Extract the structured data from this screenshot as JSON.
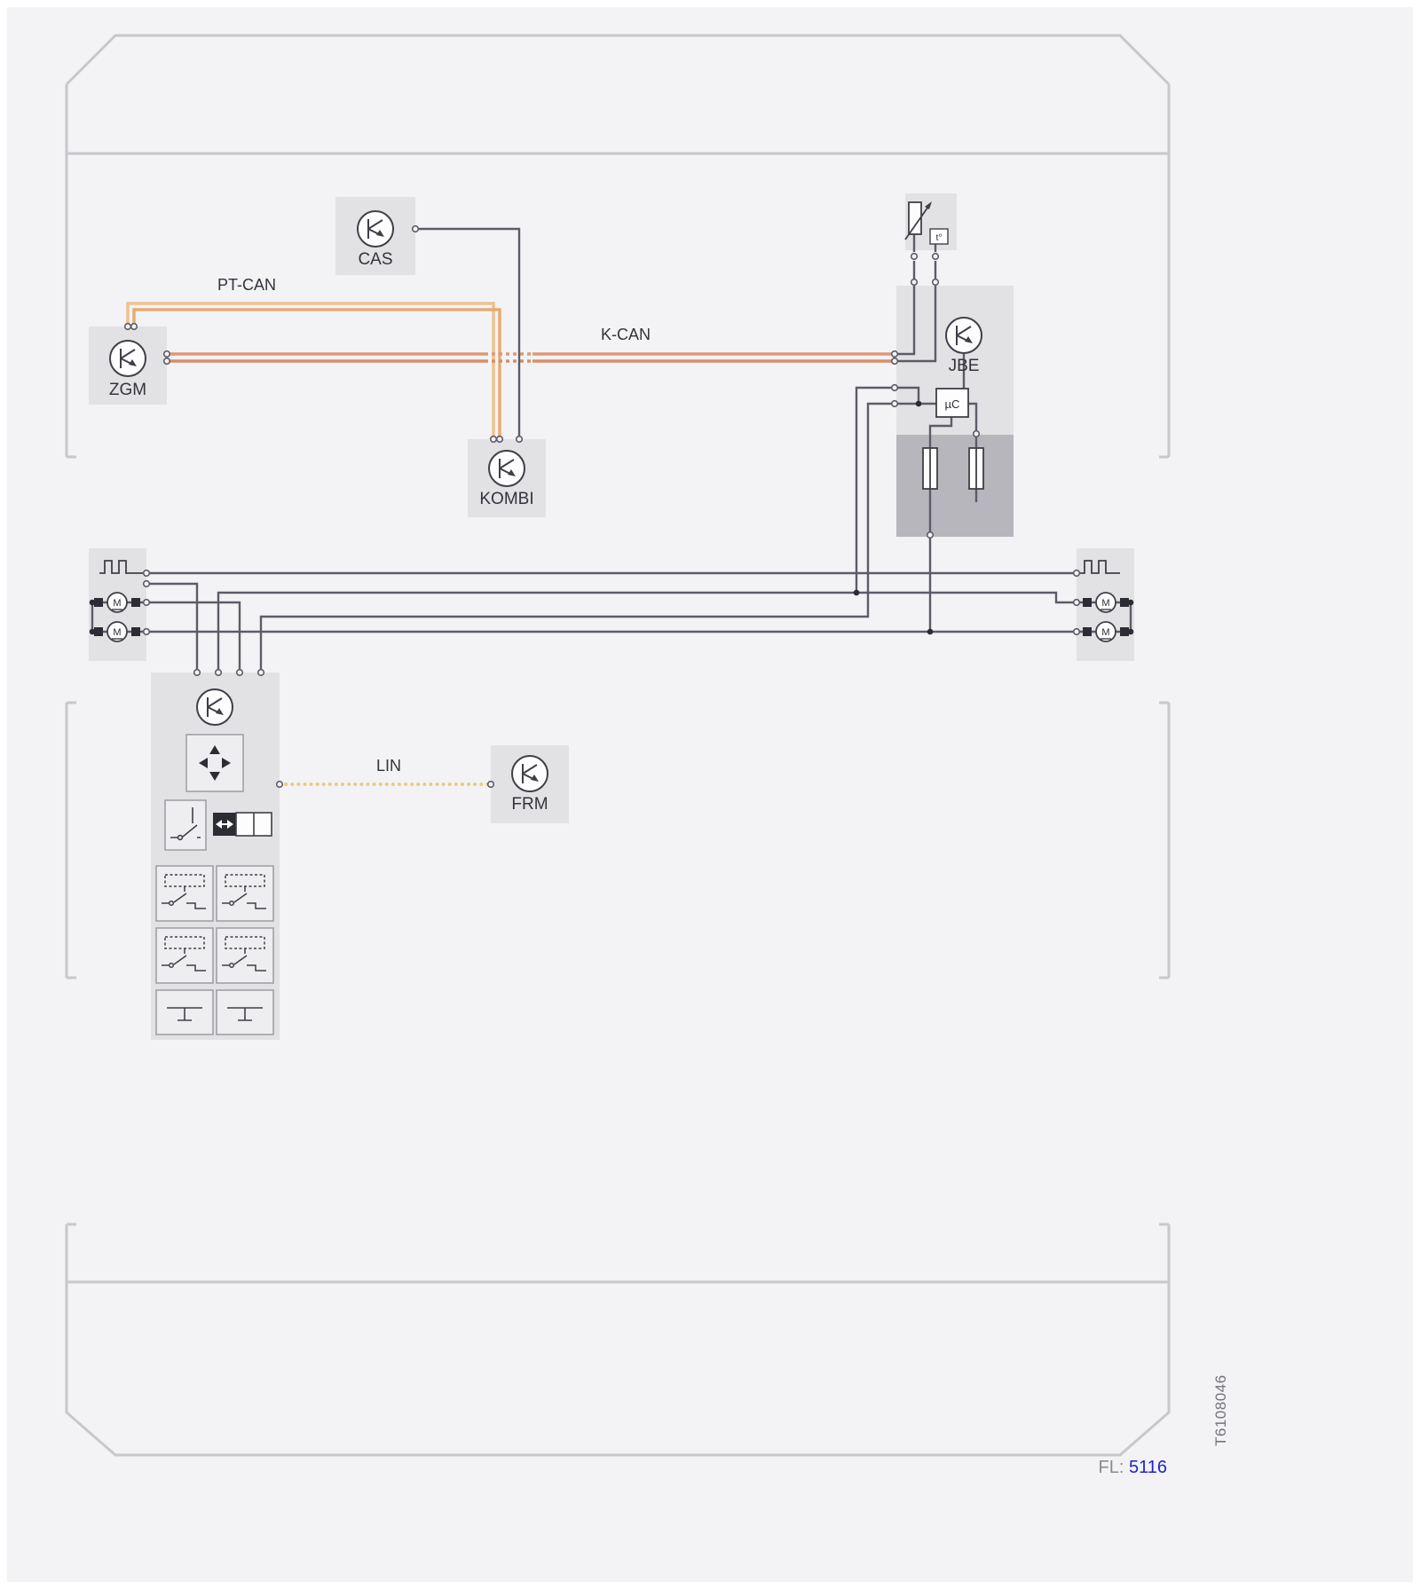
{
  "diagram": {
    "buses": {
      "pt_can": {
        "label": "PT-CAN",
        "color": "#eec28e"
      },
      "k_can": {
        "label": "K-CAN",
        "color": "#dd9a74"
      },
      "lin": {
        "label": "LIN",
        "color": "#e8cc82"
      }
    },
    "modules": {
      "cas": "CAS",
      "zgm": "ZGM",
      "kombi": "KOMBI",
      "jbe": "JBE",
      "frm": "FRM",
      "microcontroller": "µC",
      "temp_sensor": "t°",
      "motor": "M"
    },
    "footer": {
      "fl_label": "FL:",
      "fl_value": "5116",
      "doc_id": "T6108046"
    },
    "colors": {
      "wire": "#5c5c68",
      "car_outline": "#c7c7cc",
      "fl_value_blue": "#2222cc"
    }
  }
}
